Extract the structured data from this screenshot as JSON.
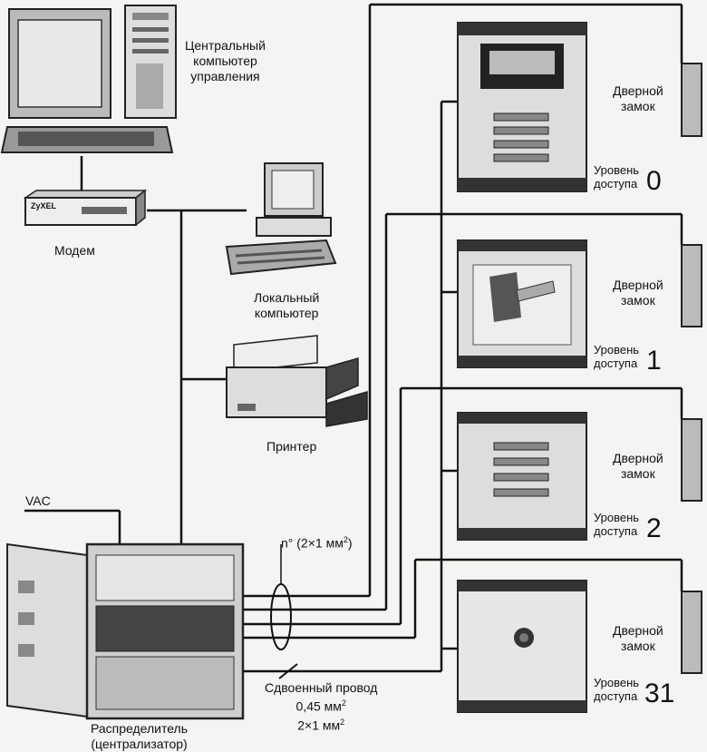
{
  "labels": {
    "central_computer": [
      "Центральный",
      "компьютер",
      "управления"
    ],
    "modem": "Модем",
    "modem_brand": "ZyXEL",
    "local_computer": [
      "Локальный",
      "компьютер"
    ],
    "printer": "Принтер",
    "vac": "VAC",
    "distributor": [
      "Распределитель",
      "(централизатор)"
    ],
    "cable_n": "n° (2×1 мм",
    "cable_n_sup": "2",
    "cable_n_end": ")",
    "twin_wire": "Сдвоенный провод",
    "twin_wire_a": "0,45 мм",
    "twin_wire_b": "2×1 мм",
    "sup2": "2"
  },
  "readers": [
    {
      "lock_line1": "Дверной",
      "lock_line2": "замок",
      "level_line1": "Уровень",
      "level_line2": "доступа",
      "level_num": "0"
    },
    {
      "lock_line1": "Дверной",
      "lock_line2": "замок",
      "level_line1": "Уровень",
      "level_line2": "доступа",
      "level_num": "1"
    },
    {
      "lock_line1": "Дверной",
      "lock_line2": "замок",
      "level_line1": "Уровень",
      "level_line2": "доступа",
      "level_num": "2"
    },
    {
      "lock_line1": "Дверной",
      "lock_line2": "замок",
      "level_line1": "Уровень",
      "level_line2": "доступа",
      "level_num": "31"
    }
  ]
}
